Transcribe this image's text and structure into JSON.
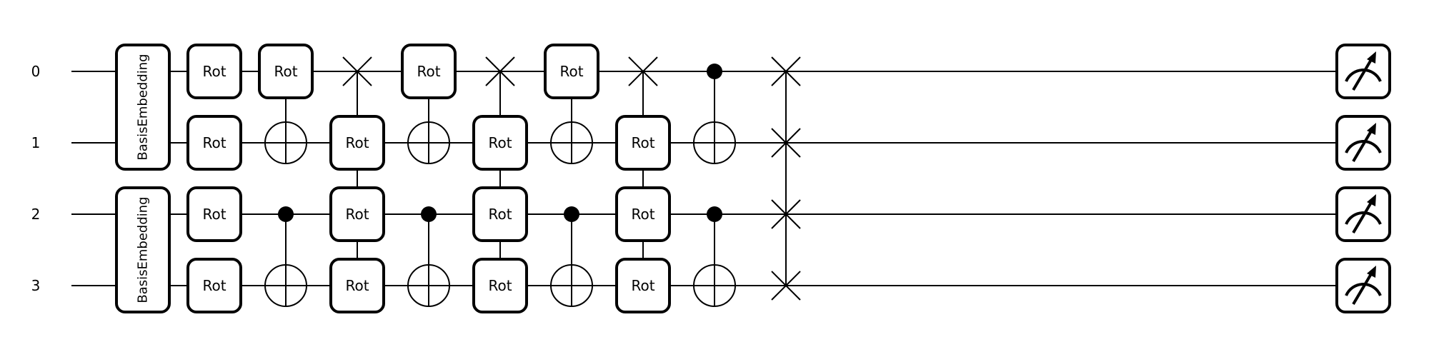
{
  "wires": [
    "0",
    "1",
    "2",
    "3"
  ],
  "embedding_label": "BasisEmbedding",
  "embeddings": [
    {
      "wires": [
        0,
        1
      ]
    },
    {
      "wires": [
        2,
        3
      ]
    }
  ],
  "rot_label": "Rot",
  "layers": [
    {
      "rot": [
        0,
        1,
        2,
        3
      ],
      "cnots": [
        [
          0,
          1
        ],
        [
          2,
          3
        ]
      ],
      "swaps": [
        [
          0,
          2
        ]
      ]
    },
    {
      "rot": [
        0
      ],
      "swaps": [
        [
          1,
          3
        ]
      ]
    },
    {
      "rot": [
        1,
        2,
        3
      ],
      "cnots": [
        [
          0,
          1
        ],
        [
          2,
          3
        ]
      ],
      "swaps": [
        [
          0,
          2
        ]
      ]
    },
    {
      "rot": [
        0
      ],
      "swaps": [
        [
          1,
          3
        ]
      ]
    },
    {
      "rot": [
        1,
        2,
        3
      ],
      "cnots": [
        [
          0,
          1
        ],
        [
          2,
          3
        ]
      ],
      "swaps": [
        [
          0,
          2
        ]
      ]
    },
    {
      "rot": [
        0
      ],
      "swaps": [
        [
          1,
          3
        ]
      ]
    },
    {
      "rot": [
        1,
        2,
        3
      ],
      "cnots": [
        [
          0,
          1
        ],
        [
          2,
          3
        ]
      ],
      "swaps": [
        [
          0,
          2
        ]
      ]
    },
    {
      "swaps": [
        [
          1,
          3
        ]
      ]
    }
  ],
  "measurements": [
    0,
    1,
    2,
    3
  ]
}
